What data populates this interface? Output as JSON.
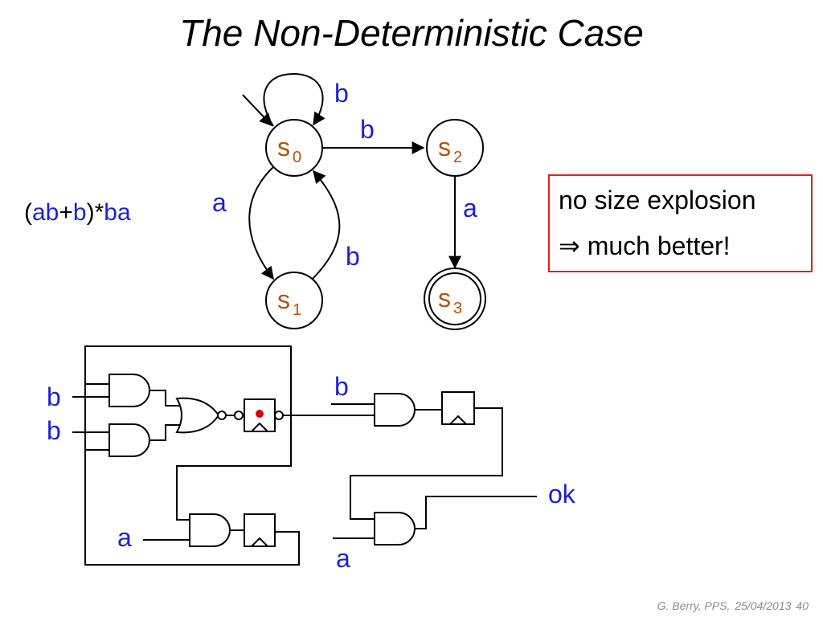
{
  "title": "The Non-Deterministic Case",
  "regex": {
    "open": "(",
    "ab": "ab",
    "plus": "+",
    "b": "b",
    "close": ")*",
    "ba": "ba"
  },
  "automaton": {
    "states": [
      {
        "id": "s0",
        "letter": "s",
        "sub": "0",
        "initial": true,
        "accepting": false
      },
      {
        "id": "s1",
        "letter": "s",
        "sub": "1",
        "initial": false,
        "accepting": false
      },
      {
        "id": "s2",
        "letter": "s",
        "sub": "2",
        "initial": false,
        "accepting": false
      },
      {
        "id": "s3",
        "letter": "s",
        "sub": "3",
        "initial": false,
        "accepting": true
      }
    ],
    "transitions": [
      {
        "from": "s0",
        "to": "s0",
        "label": "b"
      },
      {
        "from": "s0",
        "to": "s2",
        "label": "b"
      },
      {
        "from": "s0",
        "to": "s1",
        "label": "a"
      },
      {
        "from": "s1",
        "to": "s0",
        "label": "b"
      },
      {
        "from": "s2",
        "to": "s3",
        "label": "a"
      }
    ]
  },
  "note": {
    "line1": "no size explosion",
    "arrow": "⇒",
    "line2": "much better!",
    "border_color": "#e02020"
  },
  "circuit": {
    "inputs": {
      "b1": "b",
      "b2": "b",
      "a_left": "a",
      "b_right": "b",
      "a_right": "a"
    },
    "output": "ok",
    "marker_color": "#e00000"
  },
  "footer": {
    "author": "G. Berry, PPS,",
    "date": "25/04/2013",
    "page": "40"
  },
  "colors": {
    "label_blue": "#1f1fd6",
    "state_orange": "#b5520a",
    "footer_gray": "#8a8a8a"
  }
}
